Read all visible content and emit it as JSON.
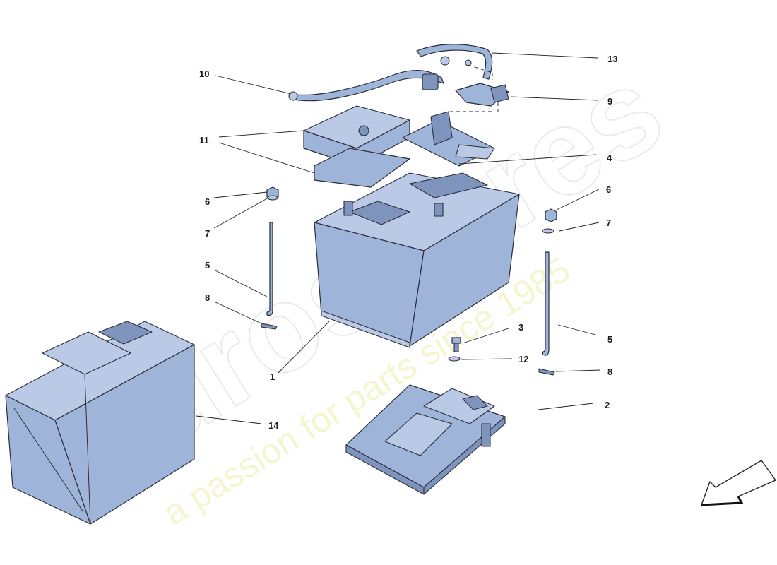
{
  "watermark": {
    "logo_text": "eurospares",
    "tagline": "a passion for parts since 1985"
  },
  "callouts": [
    {
      "id": "c1",
      "label": "1"
    },
    {
      "id": "c2",
      "label": "2"
    },
    {
      "id": "c3",
      "label": "3"
    },
    {
      "id": "c4",
      "label": "4"
    },
    {
      "id": "c5a",
      "label": "5"
    },
    {
      "id": "c5b",
      "label": "5"
    },
    {
      "id": "c6a",
      "label": "6"
    },
    {
      "id": "c6b",
      "label": "6"
    },
    {
      "id": "c7a",
      "label": "7"
    },
    {
      "id": "c7b",
      "label": "7"
    },
    {
      "id": "c8a",
      "label": "8"
    },
    {
      "id": "c8b",
      "label": "8"
    },
    {
      "id": "c9",
      "label": "9"
    },
    {
      "id": "c10",
      "label": "10"
    },
    {
      "id": "c11",
      "label": "11"
    },
    {
      "id": "c12",
      "label": "12"
    },
    {
      "id": "c13",
      "label": "13"
    },
    {
      "id": "c14",
      "label": "14"
    }
  ],
  "colors": {
    "part_fill": "#9fb4d9",
    "outline": "#2a2d3a",
    "watermark_text": "#eeeeaa"
  },
  "icons": {
    "direction_arrow": "front-direction-arrow-icon"
  }
}
